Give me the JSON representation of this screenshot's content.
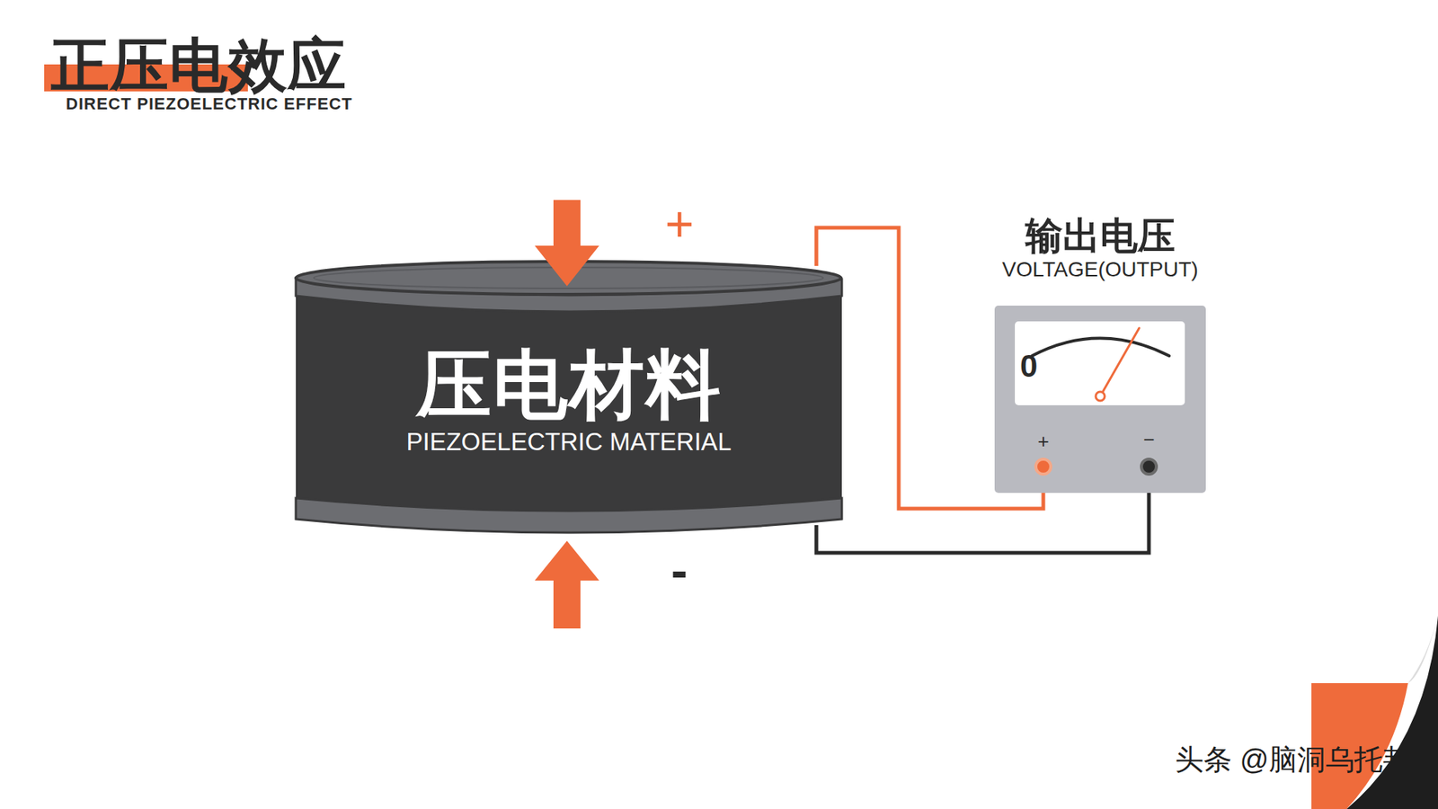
{
  "diagram": {
    "title": "正压电效应",
    "caption": "DIRECT PIEZOELECTRIC EFFECT",
    "nodes": [
      {
        "text": [
          "压电材料",
          "PIEZOELECTRIC MATERIAL"
        ]
      },
      {
        "text": [
          "输出电压",
          "VOLTAGE(OUTPUT)",
          "0",
          "+",
          "−"
        ]
      }
    ],
    "edges": [
      {
        "from": 0,
        "to": 1,
        "arrow": "none"
      },
      {
        "from": 0,
        "to": 1,
        "arrow": "none"
      }
    ],
    "labels": [
      "+",
      "-",
      "头条 @脑洞乌托邦"
    ]
  }
}
